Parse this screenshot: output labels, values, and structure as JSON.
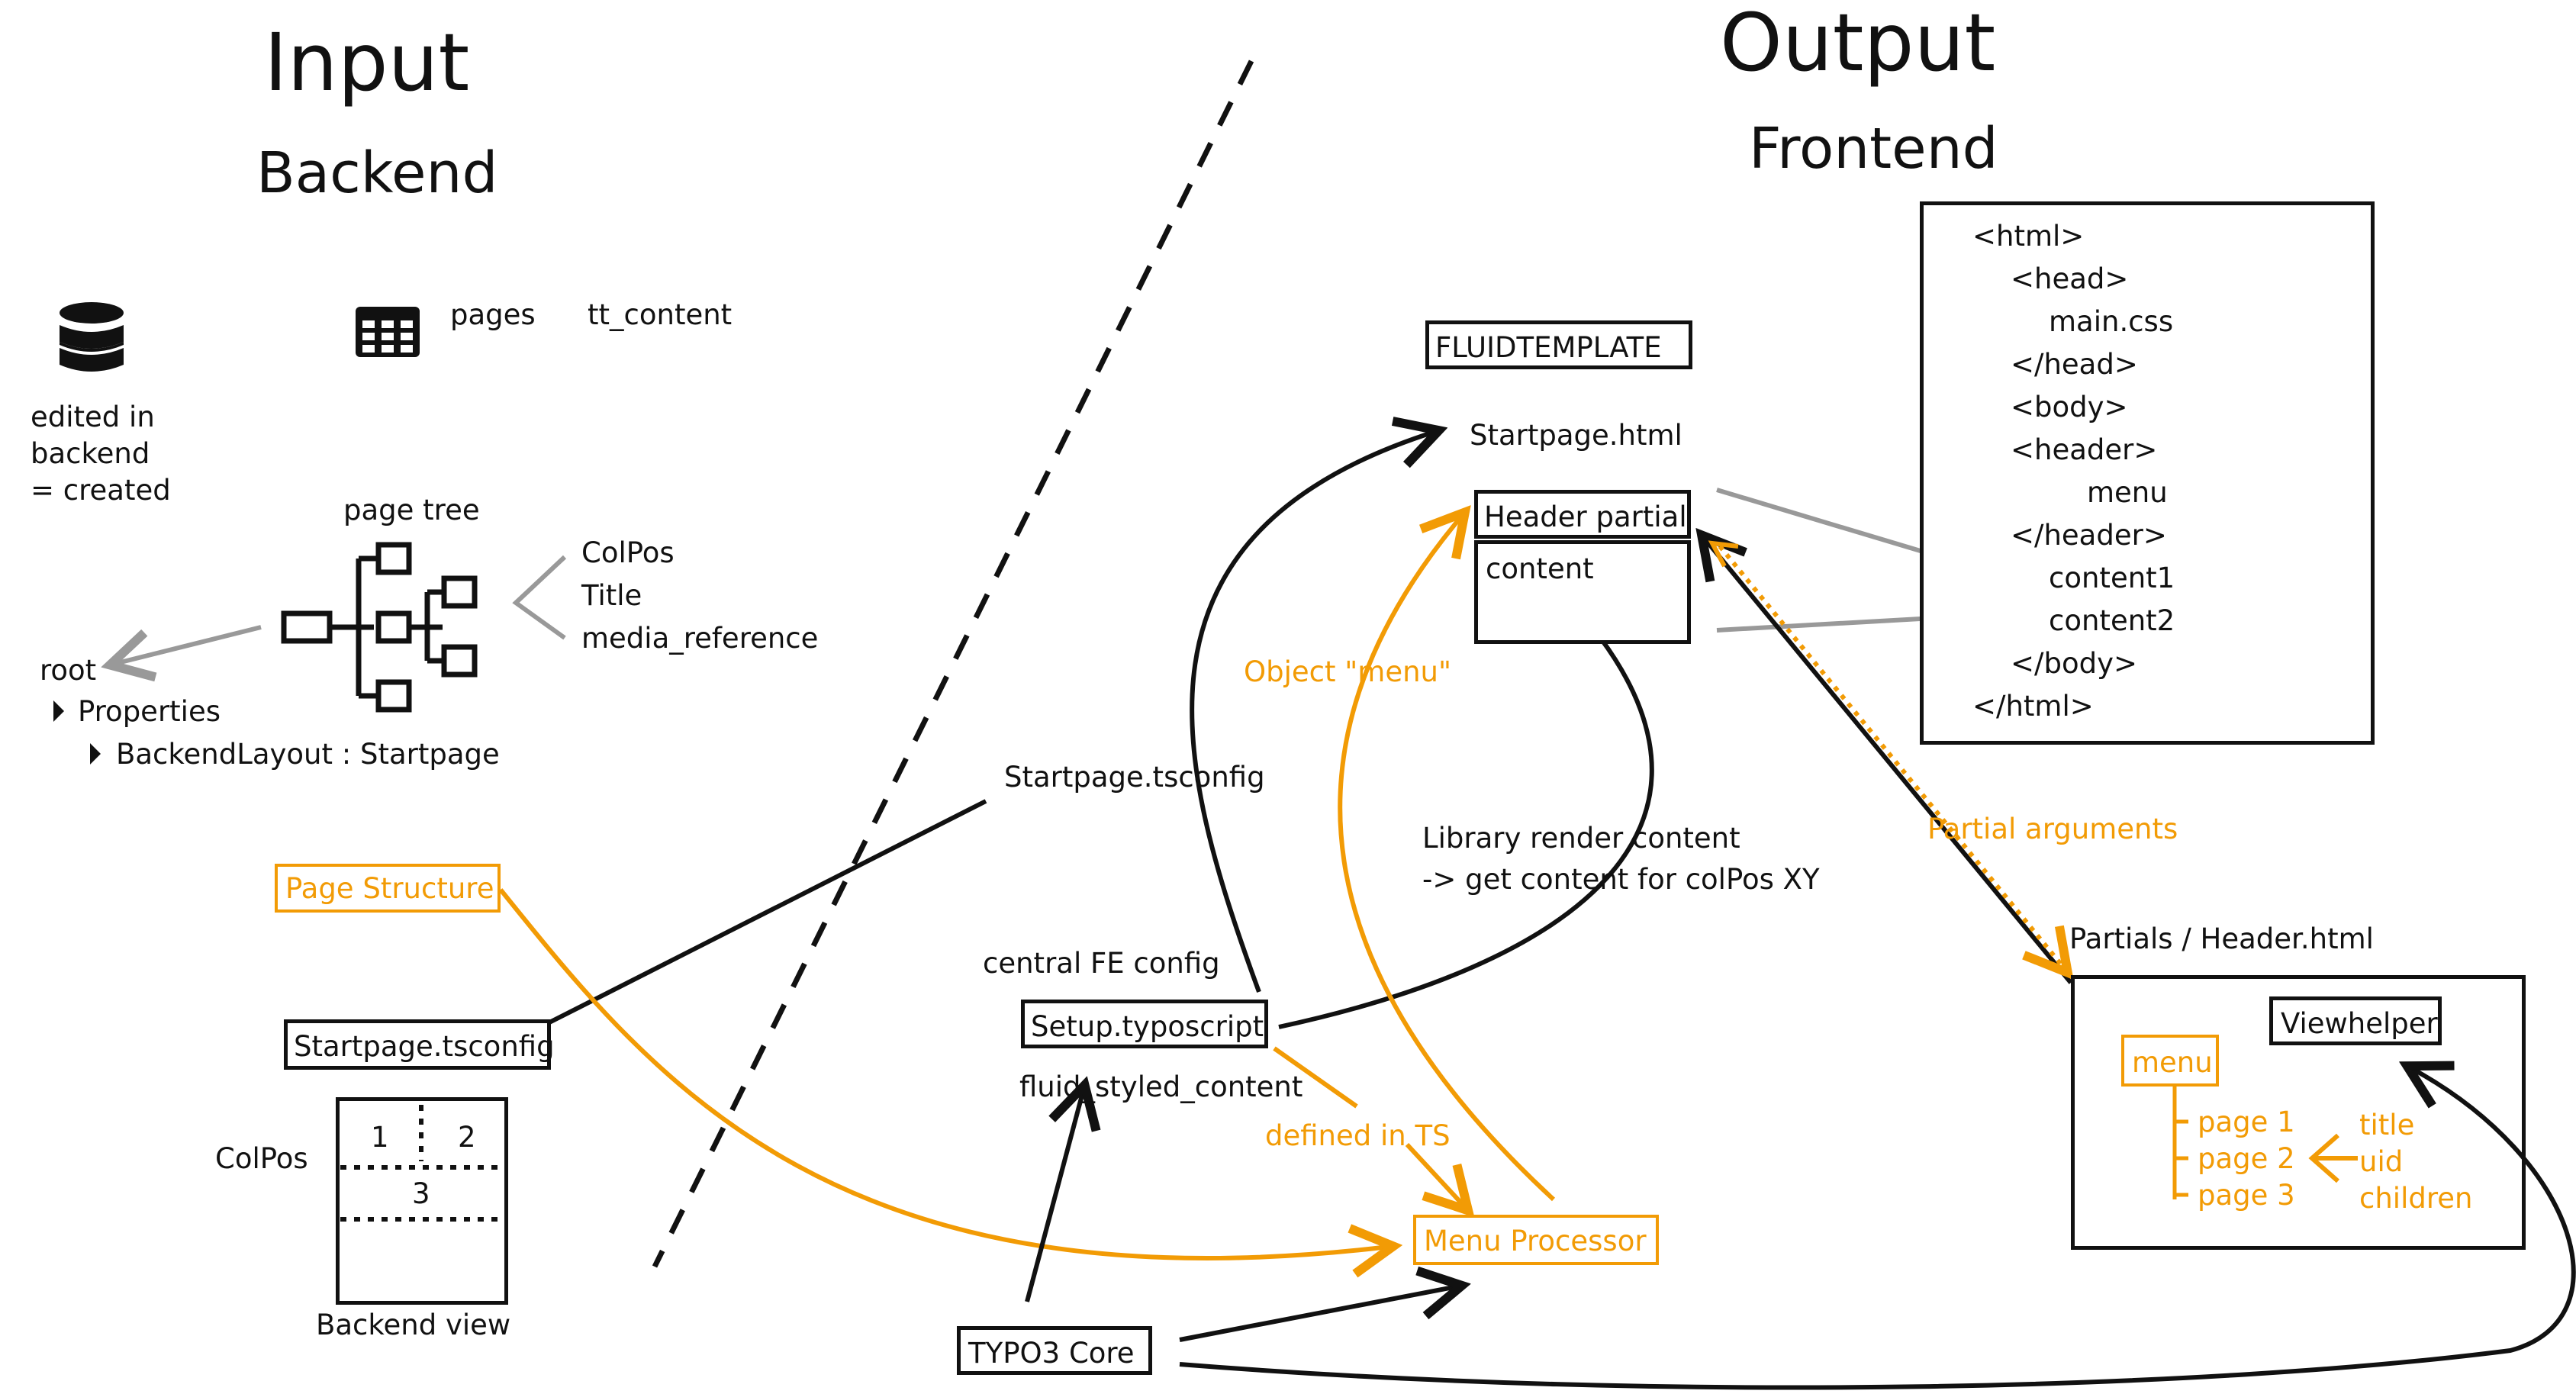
{
  "headings": {
    "input": "Input",
    "backend": "Backend",
    "output": "Output",
    "frontend": "Frontend"
  },
  "backend": {
    "db_caption": [
      "edited in",
      "backend",
      "= created"
    ],
    "tables": [
      "pages",
      "tt_content"
    ],
    "page_tree_label": "page tree",
    "page_fields": [
      "ColPos",
      "Title",
      "media_reference"
    ],
    "root_label": "root",
    "properties_label": "Properties",
    "backend_layout_label": "BackendLayout : Startpage",
    "page_structure": "Page Structure",
    "startpage_tsconfig_box": "Startpage.tsconfig",
    "colpos_label": "ColPos",
    "colpos_numbers": [
      "1",
      "2",
      "3"
    ],
    "backend_view_label": "Backend view"
  },
  "middle": {
    "startpage_tsconfig_label": "Startpage.tsconfig",
    "central_fe_config": "central FE config",
    "setup_typoscript": "Setup.typoscript",
    "fluid_styled_content": "fluid_styled_content",
    "defined_in_ts": "defined in TS",
    "menu_processor": "Menu Processor",
    "typo3_core": "TYPO3 Core"
  },
  "frontend": {
    "fluidtemplate": "FLUIDTEMPLATE",
    "startpage_html": "Startpage.html",
    "header_partial": "Header partial",
    "content": "content",
    "object_menu": "Object \"menu\"",
    "library_render_line1": "Library render content",
    "library_render_line2": "-> get content for colPos XY",
    "partial_arguments": "Partial arguments",
    "partials_header_html": "Partials / Header.html",
    "viewhelper": "Viewhelper",
    "menu": "menu",
    "menu_pages": [
      "page 1",
      "page 2",
      "page 3"
    ],
    "menu_props": [
      "title",
      "uid",
      "children"
    ],
    "html_lines": [
      "<html>",
      "<head>",
      "main.css",
      "</head>",
      "<body>",
      "<header>",
      "menu",
      "</header>",
      "content1",
      "content2",
      "</body>",
      "</html>"
    ]
  },
  "colors": {
    "ink": "#111111",
    "accent_orange": "#f29b05",
    "gray_arrow": "#999999"
  },
  "icons": [
    "database-icon",
    "table-icon",
    "page-tree-icon"
  ]
}
